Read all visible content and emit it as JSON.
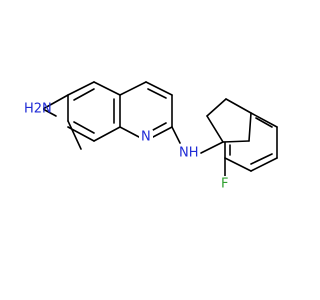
{
  "molecule": {
    "atoms": {
      "amine_nh2": {
        "label": "H2N",
        "color": "#1f2bd6"
      },
      "quinoline_n": {
        "label": "N",
        "color": "#1f2bd6"
      },
      "bridge_nh": {
        "label": "NH",
        "color": "#1f2bd6"
      },
      "fluorine": {
        "label": "F",
        "color": "#2e9f2e"
      }
    }
  }
}
